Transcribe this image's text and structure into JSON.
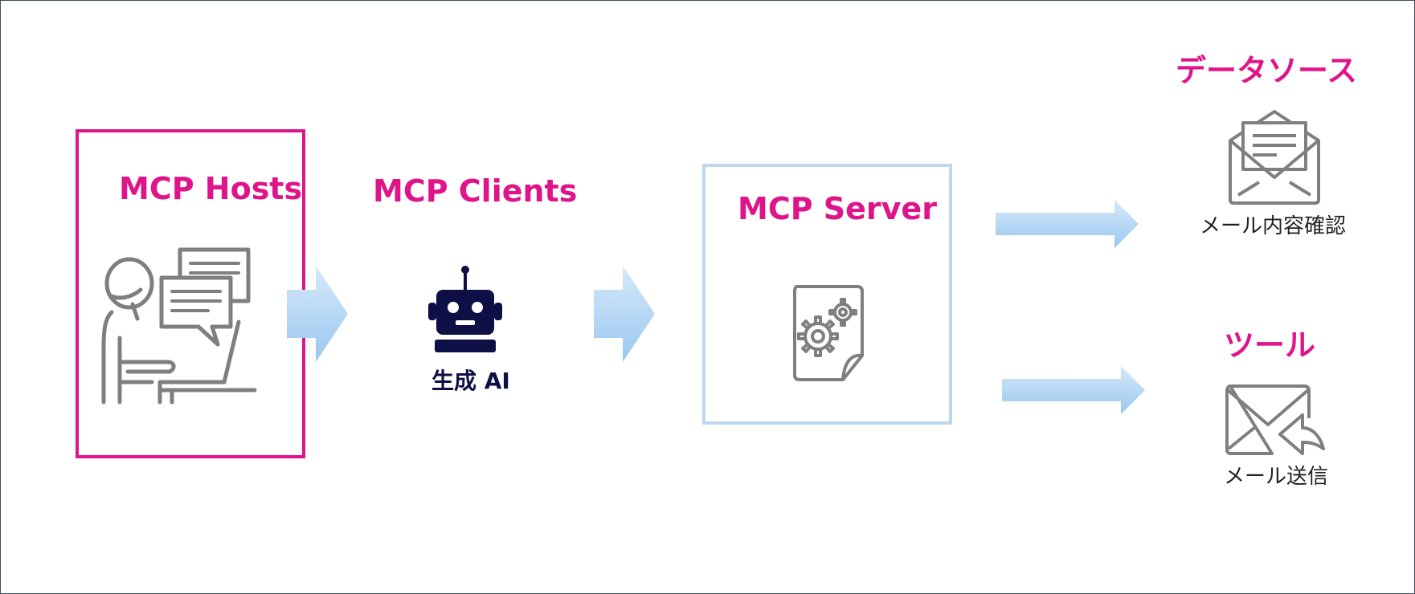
{
  "hosts": {
    "title": "MCP Hosts"
  },
  "clients": {
    "title": "MCP Clients",
    "robot_label": "生成 AI"
  },
  "server": {
    "title": "MCP Server"
  },
  "datasource": {
    "title": "データソース",
    "caption": "メール内容確認"
  },
  "tool": {
    "title": "ツール",
    "caption": "メール送信"
  },
  "colors": {
    "accent": "#e0148a",
    "arrow_light": "#d6e9f9",
    "arrow_dark": "#9ac8ef",
    "server_border": "#bcd7ee",
    "icon_gray": "#7f7f7f",
    "robot_navy": "#0e0f45",
    "frame": "#3e4f5d"
  },
  "icons": [
    "person-at-laptop-icon",
    "robot-icon",
    "gear-document-icon",
    "open-envelope-icon",
    "send-mail-icon"
  ]
}
